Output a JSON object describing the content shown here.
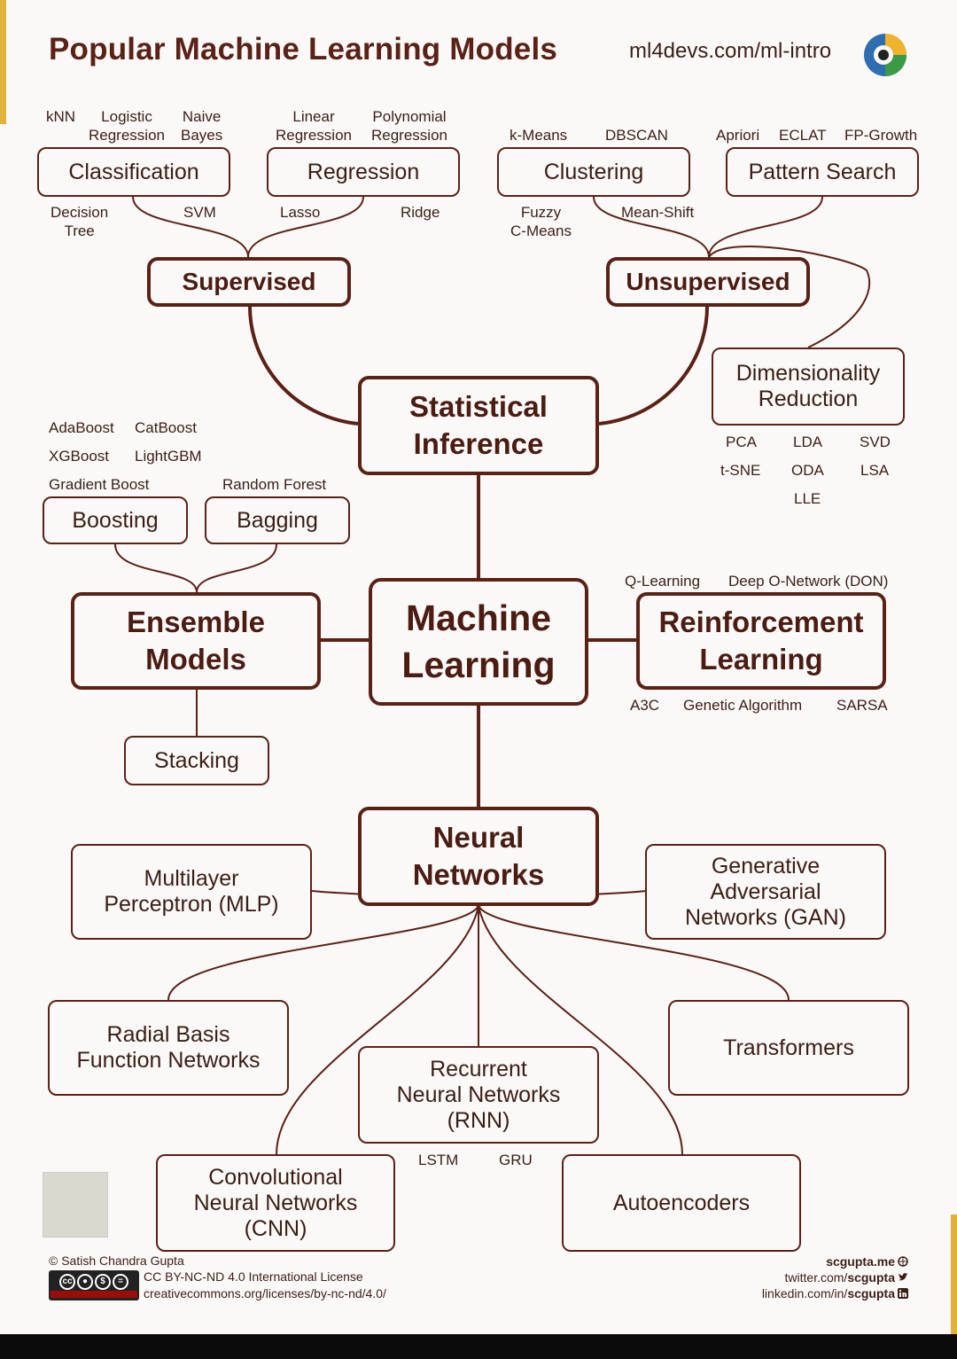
{
  "header": {
    "title": "Popular Machine Learning Models",
    "site": "ml4devs.com/ml-intro"
  },
  "nodes": {
    "classification": "Classification",
    "regression": "Regression",
    "clustering": "Clustering",
    "pattern_search": "Pattern Search",
    "supervised": "Supervised",
    "unsupervised": "Unsupervised",
    "statistical_inference": "Statistical\nInference",
    "dimensionality_reduction": "Dimensionality\nReduction",
    "boosting": "Boosting",
    "bagging": "Bagging",
    "ensemble_models": "Ensemble\nModels",
    "machine_learning": "Machine\nLearning",
    "reinforcement_learning": "Reinforcement\nLearning",
    "stacking": "Stacking",
    "neural_networks": "Neural\nNetworks",
    "mlp": "Multilayer\nPerceptron (MLP)",
    "gan": "Generative\nAdversarial\nNetworks (GAN)",
    "rbf": "Radial Basis\nFunction Networks",
    "transformers": "Transformers",
    "rnn": "Recurrent\nNeural Networks\n(RNN)",
    "cnn": "Convolutional\nNeural Networks\n(CNN)",
    "autoencoders": "Autoencoders"
  },
  "labels": {
    "knn": "kNN",
    "logistic_regression": "Logistic\nRegression",
    "naive_bayes": "Naive\nBayes",
    "linear_regression": "Linear\nRegression",
    "polynomial_regression": "Polynomial\nRegression",
    "k_means": "k-Means",
    "dbscan": "DBSCAN",
    "apriori": "Apriori",
    "eclat": "ECLAT",
    "fp_growth": "FP-Growth",
    "decision_tree": "Decision\nTree",
    "svm": "SVM",
    "lasso": "Lasso",
    "ridge": "Ridge",
    "fuzzy_c_means": "Fuzzy\nC-Means",
    "mean_shift": "Mean-Shift",
    "pca": "PCA",
    "lda": "LDA",
    "svd": "SVD",
    "t_sne": "t-SNE",
    "oda": "ODA",
    "lsa": "LSA",
    "lle": "LLE",
    "adaboost": "AdaBoost",
    "catboost": "CatBoost",
    "xgboost": "XGBoost",
    "lightgbm": "LightGBM",
    "gradient_boost": "Gradient Boost",
    "random_forest": "Random Forest",
    "q_learning": "Q-Learning",
    "dqn": "Deep O-Network (DON)",
    "a3c": "A3C",
    "genetic_algorithm": "Genetic Algorithm",
    "sarsa": "SARSA",
    "lstm": "LSTM",
    "gru": "GRU"
  },
  "footer": {
    "copyright": "© Satish Chandra Gupta",
    "license": "CC BY-NC-ND 4.0 International License",
    "license_url": "creativecommons.org/licenses/by-nc-nd/4.0/",
    "website": "scgupta.me",
    "twitter_prefix": "twitter.com/",
    "twitter_handle": "scgupta",
    "linkedin_prefix": "linkedin.com/in/",
    "linkedin_handle": "scgupta"
  },
  "colors": {
    "ink": "#5a2216",
    "accent": "#e2b13a",
    "background": "#fbf9f8"
  }
}
